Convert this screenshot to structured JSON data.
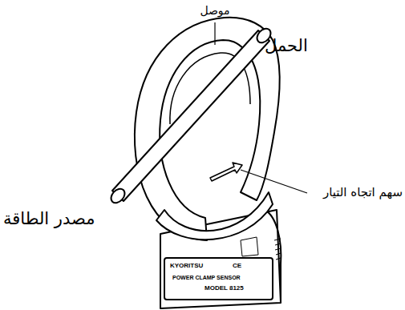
{
  "diagram": {
    "labels": [
      "موصل",
      "الحمل",
      "سهم اتجاه التيار",
      "مصدر الطاقة",
      "KYORITSU",
      "CE",
      "POWER CLAMP SENSOR",
      "MODEL 8125"
    ]
  }
}
